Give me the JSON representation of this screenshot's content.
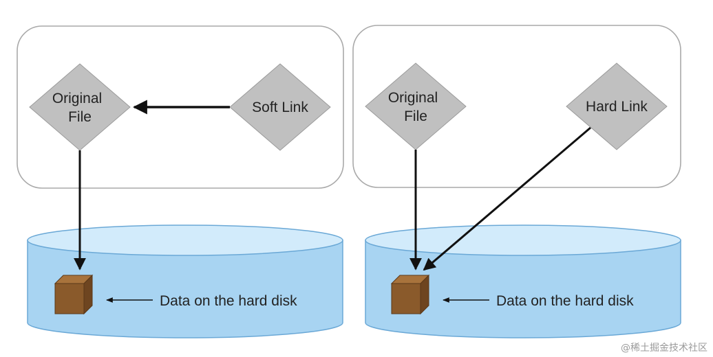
{
  "panels": [
    {
      "id": "soft",
      "original_label": [
        "Original",
        "File"
      ],
      "link_label": "Soft Link",
      "disk_label": "Data on the hard disk"
    },
    {
      "id": "hard",
      "original_label": [
        "Original",
        "File"
      ],
      "link_label": "Hard Link",
      "disk_label": "Data on the hard disk"
    }
  ],
  "colors": {
    "diamond": "#c0c0c0",
    "diamond_stroke": "#9a9a9a",
    "disk_fill": "#a8d4f2",
    "disk_top": "#d2ebfb",
    "disk_stroke": "#6aa8d6",
    "block_front": "#8a5a2b",
    "block_top": "#a8733c",
    "block_side": "#6e4520",
    "arrow": "#111111"
  },
  "watermark": "@稀土掘金技术社区"
}
